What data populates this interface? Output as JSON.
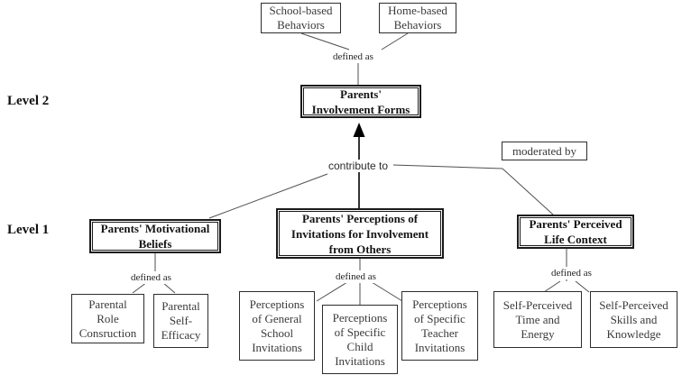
{
  "colors": {
    "background": "#ffffff",
    "box_border": "#1a1a1a",
    "thin_box_border": "#2d2d2d",
    "connector_line": "#4f4f4f",
    "arrow": "#000000",
    "text": "#2f2f2f"
  },
  "levels": {
    "level2": "Level 2",
    "level1": "Level 1"
  },
  "edge_labels": {
    "defined_as": "defined as",
    "contribute_to": "contribute to"
  },
  "nodes": {
    "school_based_behaviors": {
      "lines": [
        "School-based",
        "Behaviors"
      ]
    },
    "home_based_behaviors": {
      "lines": [
        "Home-based",
        "Behaviors"
      ]
    },
    "involvement_forms": {
      "lines": [
        "Parents'",
        "Involvement Forms"
      ]
    },
    "moderated_by": {
      "lines": [
        "moderated by"
      ]
    },
    "motivational_beliefs": {
      "lines": [
        "Parents' Motivational",
        "Beliefs"
      ]
    },
    "perceptions_invitations": {
      "lines": [
        "Parents' Perceptions of",
        "Invitations for Involvement",
        "from Others"
      ]
    },
    "perceived_life_context": {
      "lines": [
        "Parents' Perceived",
        "Life Context"
      ]
    },
    "parental_role_construction": {
      "lines": [
        "Parental",
        "Role",
        "Consruction"
      ]
    },
    "parental_self_efficacy": {
      "lines": [
        "Parental",
        "Self-",
        "Efficacy"
      ]
    },
    "general_school_invitations": {
      "lines": [
        "Perceptions",
        "of General",
        "School",
        "Invitations"
      ]
    },
    "specific_child_invitations": {
      "lines": [
        "Perceptions",
        "of Specific",
        "Child",
        "Invitations"
      ]
    },
    "specific_teacher_invitations": {
      "lines": [
        "Perceptions",
        "of Specific",
        "Teacher",
        "Invitations"
      ]
    },
    "time_and_energy": {
      "lines": [
        "Self-Perceived",
        "Time and",
        "Energy"
      ]
    },
    "skills_and_knowledge": {
      "lines": [
        "Self-Perceived",
        "Skills and",
        "Knowledge"
      ]
    }
  }
}
